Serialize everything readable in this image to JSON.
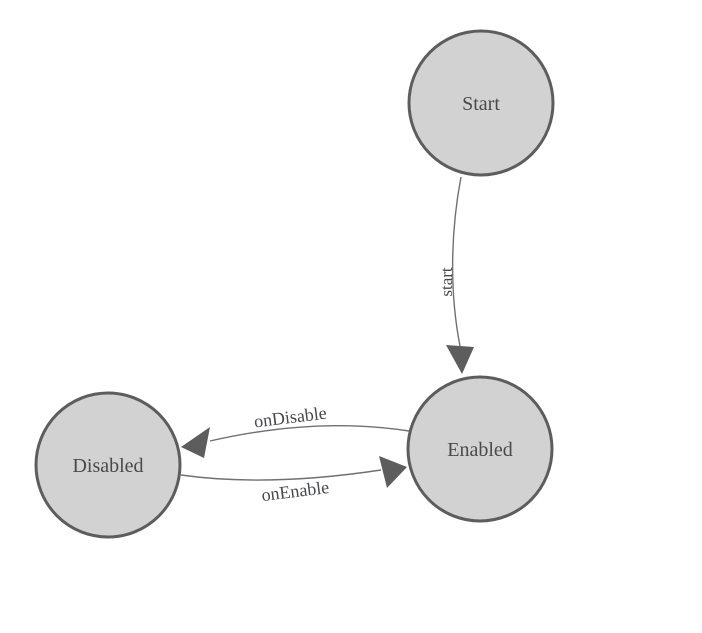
{
  "diagram": {
    "type": "state-machine",
    "background": "#ffffff",
    "nodes": [
      {
        "id": "start",
        "label": "Start"
      },
      {
        "id": "enabled",
        "label": "Enabled"
      },
      {
        "id": "disabled",
        "label": "Disabled"
      }
    ],
    "edges": [
      {
        "from": "Start",
        "to": "Enabled",
        "label": "start"
      },
      {
        "from": "Enabled",
        "to": "Disabled",
        "label": "onDisable"
      },
      {
        "from": "Disabled",
        "to": "Enabled",
        "label": "onEnable"
      }
    ],
    "colors": {
      "node_fill": "#d2d2d2",
      "node_stroke": "#5d5d5d",
      "edge_stroke": "#707070",
      "arrow_fill": "#5d5d5d",
      "node_text": "#4a4a4a",
      "edge_text": "#46484b"
    }
  }
}
